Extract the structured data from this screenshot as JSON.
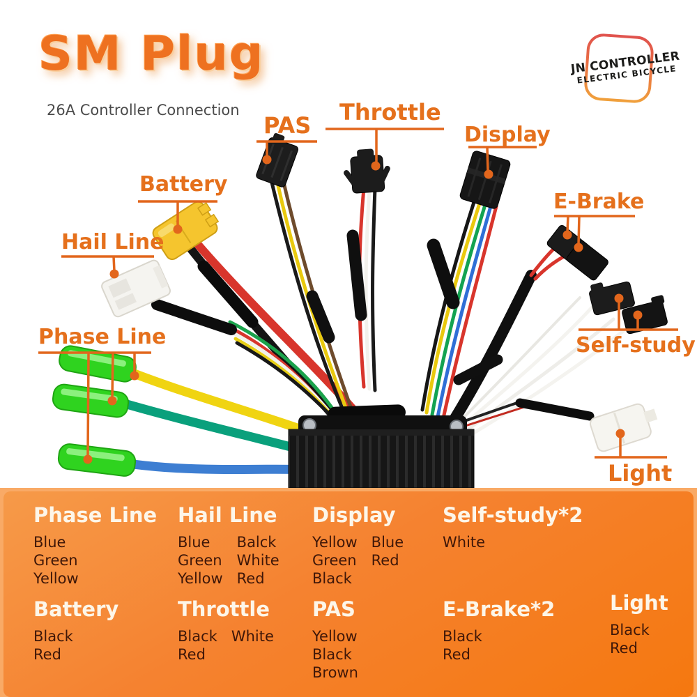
{
  "header": {
    "title": "SM Plug",
    "subtitle": "26A Controller Connection"
  },
  "logo": {
    "line1": "JN CONTROLLER",
    "line2": "ELECTRIC BICYCLE"
  },
  "colors": {
    "accent_orange": "#e5701c",
    "title_orange": "#ee7120",
    "panel_gradient_top": "#f69a49",
    "panel_gradient_bottom": "#f5780f",
    "panel_header_text": "#fdf6e9",
    "panel_item_text": "#3f1708",
    "phase_wire_yellow": "#f0d411",
    "phase_wire_green": "#0aa07c",
    "phase_wire_blue": "#3d7ed2",
    "phase_cap_green": "#2fd31f",
    "battery_connector_yellow": "#f5c52e"
  },
  "callouts": {
    "pas": "PAS",
    "throttle": "Throttle",
    "display": "Display",
    "battery": "Battery",
    "hail_line": "Hail Line",
    "ebrake": "E-Brake",
    "self_study": "Self-study",
    "phase_line": "Phase Line",
    "light": "Light"
  },
  "legend": {
    "sections": [
      {
        "title": "Phase Line",
        "c1": [
          "Blue",
          "Green",
          "Yellow"
        ],
        "c2": []
      },
      {
        "title": "Hail Line",
        "c1": [
          "Blue",
          "Green",
          "Yellow"
        ],
        "c2": [
          "Balck",
          "White",
          "Red"
        ]
      },
      {
        "title": "Display",
        "c1": [
          "Yellow",
          "Green",
          "Black"
        ],
        "c2": [
          "Blue",
          "Red"
        ]
      },
      {
        "title": "Self-study*2",
        "c1": [
          "White"
        ],
        "c2": []
      },
      {
        "title": "Battery",
        "c1": [
          "Black",
          "Red"
        ],
        "c2": []
      },
      {
        "title": "Throttle",
        "c1": [
          "Black",
          "Red"
        ],
        "c2": [
          "White"
        ]
      },
      {
        "title": "PAS",
        "c1": [
          "Yellow",
          "Black",
          "Brown"
        ],
        "c2": []
      },
      {
        "title": "E-Brake*2",
        "c1": [
          "Black",
          "Red"
        ],
        "c2": []
      },
      {
        "title": "Light",
        "c1": [
          "Black",
          "Red"
        ],
        "c2": []
      }
    ]
  }
}
